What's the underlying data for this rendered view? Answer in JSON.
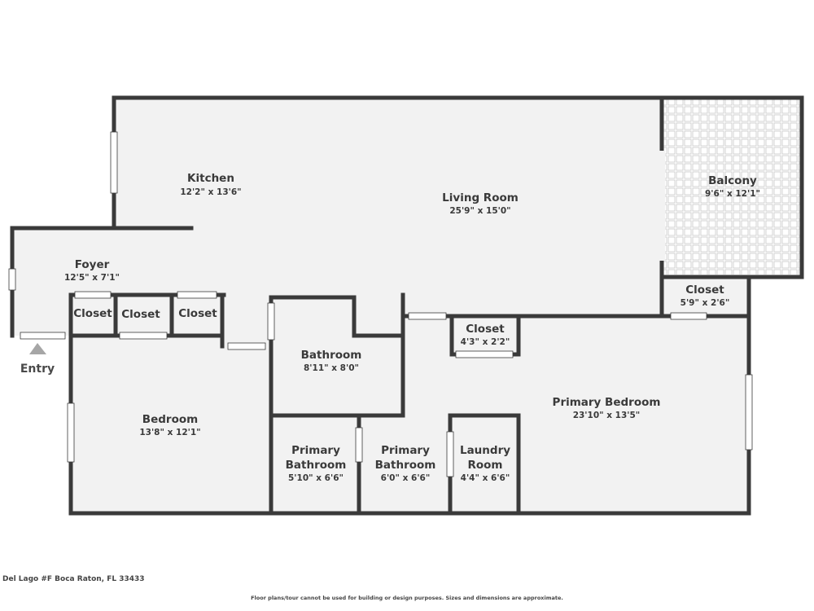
{
  "colors": {
    "wall": "#3a3a3a",
    "floor": "#f2f2f2",
    "tile": "#ffffff",
    "entry_arrow": "#a6a6a6"
  },
  "rooms": {
    "kitchen": {
      "name": "Kitchen",
      "dims": "12'2\" x 13'6\""
    },
    "living": {
      "name": "Living Room",
      "dims": "25'9\" x 15'0\""
    },
    "balcony": {
      "name": "Balcony",
      "dims": "9'6\" x 12'1\""
    },
    "foyer": {
      "name": "Foyer",
      "dims": "12'5\" x 7'1\""
    },
    "closet_balcony": {
      "name": "Closet",
      "dims": "5'9\" x 2'6\""
    },
    "closet_1": {
      "name": "Closet"
    },
    "closet_2": {
      "name": "Closet"
    },
    "closet_3": {
      "name": "Closet"
    },
    "closet_primary": {
      "name": "Closet",
      "dims": "4'3\" x 2'2\""
    },
    "bathroom": {
      "name": "Bathroom",
      "dims": "8'11\" x 8'0\""
    },
    "primary_bedroom": {
      "name": "Primary Bedroom",
      "dims": "23'10\" x 13'5\""
    },
    "bedroom": {
      "name": "Bedroom",
      "dims": "13'8\" x 12'1\""
    },
    "primary_bath_1": {
      "name_line1": "Primary",
      "name_line2": "Bathroom",
      "dims": "5'10\" x 6'6\""
    },
    "primary_bath_2": {
      "name_line1": "Primary",
      "name_line2": "Bathroom",
      "dims": "6'0\" x 6'6\""
    },
    "laundry": {
      "name_line1": "Laundry",
      "name_line2": "Room",
      "dims": "4'4\" x 6'6\""
    }
  },
  "entry": {
    "label": "Entry"
  },
  "footer": {
    "address": "Del Lago #F Boca Raton, FL 33433",
    "disclaimer": "Floor plans/tour cannot be used for building or design purposes. Sizes and dimensions are approximate."
  }
}
